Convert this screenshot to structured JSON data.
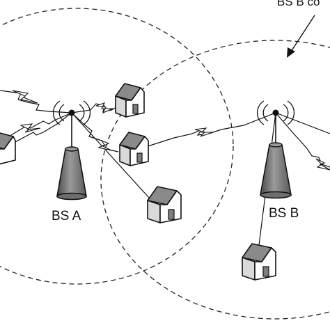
{
  "labels": {
    "bs_a": "BS A",
    "bs_b": "BS B",
    "bs_b_coverage": "BS B co"
  },
  "colors": {
    "tower_fill": "#7f7f7f",
    "roof_fill": "#8a8a8a",
    "line": "#111111"
  },
  "icons": [
    "base-station-tower",
    "house",
    "radio-waves",
    "lightning-link"
  ]
}
